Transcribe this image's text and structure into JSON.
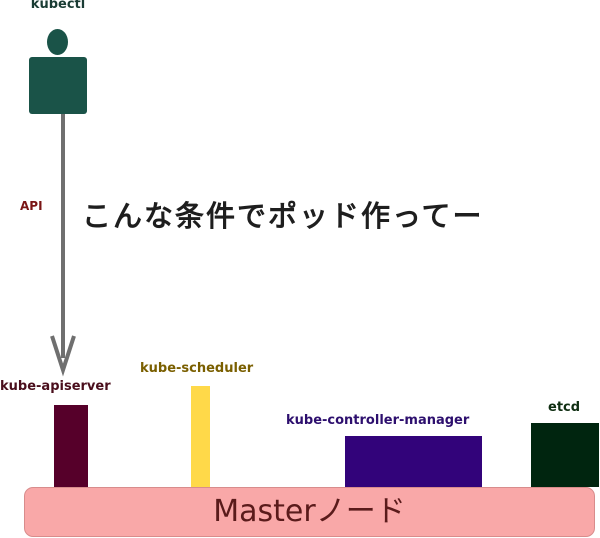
{
  "user": {
    "label": "kubectl"
  },
  "connector": {
    "label": "API",
    "speech": "こんな条件でポッド作ってー"
  },
  "master": {
    "label": "Masterノード"
  },
  "components": {
    "apiserver": {
      "label": "kube-apiserver"
    },
    "scheduler": {
      "label": "kube-scheduler"
    },
    "controller_manager": {
      "label": "kube-controller-manager"
    },
    "etcd": {
      "label": "etcd"
    }
  },
  "colors": {
    "user": "#1a5348",
    "arrow": "#6f6f6f",
    "master": "#f9a8a8",
    "apiserver": "#56002a",
    "scheduler": "#ffd949",
    "controller_manager": "#32037a",
    "etcd": "#00250f"
  }
}
